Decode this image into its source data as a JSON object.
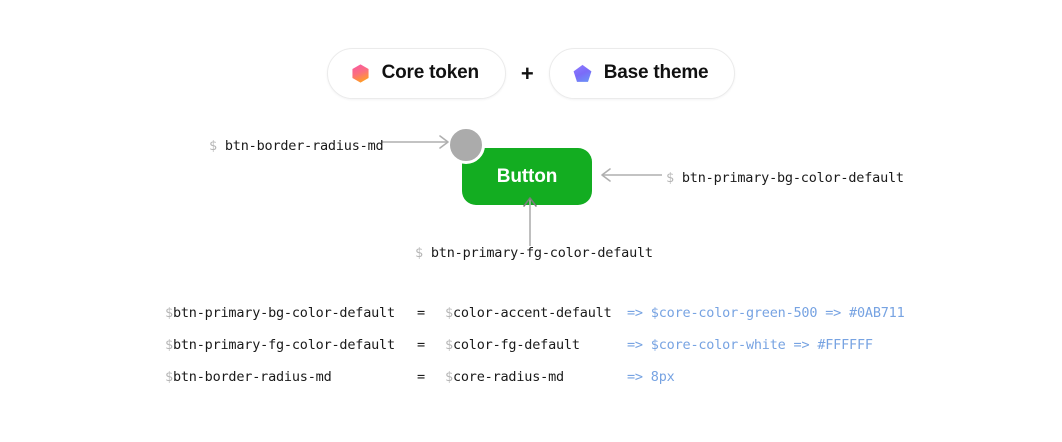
{
  "page": {
    "background": "#FFFFFF"
  },
  "header": {
    "pills": [
      {
        "label": "Core token",
        "icon": "hexagon-icon",
        "gradient_from": "#F857A6",
        "gradient_to": "#FF8A3D"
      },
      {
        "label": "Base theme",
        "icon": "pentagon-icon",
        "gradient_from": "#7C6BF5",
        "gradient_to": "#8E7BFF"
      }
    ],
    "separator": "+"
  },
  "diagram": {
    "button": {
      "label": "Button",
      "bg_color": "#13AD21",
      "fg_color": "#FFFFFF",
      "border_radius": "14px"
    },
    "radius_marker": {
      "name": "border-radius-handle",
      "color": "#ABABAB"
    },
    "annotations": [
      {
        "sigil": "$",
        "token": "btn-border-radius-md",
        "arrow": "arrow-right-icon"
      },
      {
        "sigil": "$",
        "token": "btn-primary-bg-color-default",
        "arrow": "arrow-left-icon"
      },
      {
        "sigil": "$",
        "token": "btn-primary-fg-color-default",
        "arrow": "arrow-up-icon"
      }
    ]
  },
  "token_table": {
    "rows": [
      {
        "sigil": "$",
        "name": "btn-primary-bg-color-default",
        "equals": "=",
        "alias_sigil": "$",
        "alias": "color-accent-default",
        "arrow1": "=>",
        "core_sigil": "$",
        "core": "core-color-green-500",
        "arrow2": "=>",
        "value": "#0AB711"
      },
      {
        "sigil": "$",
        "name": "btn-primary-fg-color-default",
        "equals": "=",
        "alias_sigil": "$",
        "alias": "color-fg-default",
        "arrow1": "=>",
        "core_sigil": "$",
        "core": "core-color-white",
        "arrow2": "=>",
        "value": "#FFFFFF"
      },
      {
        "sigil": "$",
        "name": "btn-border-radius-md",
        "equals": "=",
        "alias_sigil": "$",
        "alias": "core-radius-md",
        "arrow1": "=>",
        "core_sigil": "",
        "core": "",
        "arrow2": "",
        "value": "8px"
      }
    ],
    "resolve_color": "#77A3E2"
  }
}
